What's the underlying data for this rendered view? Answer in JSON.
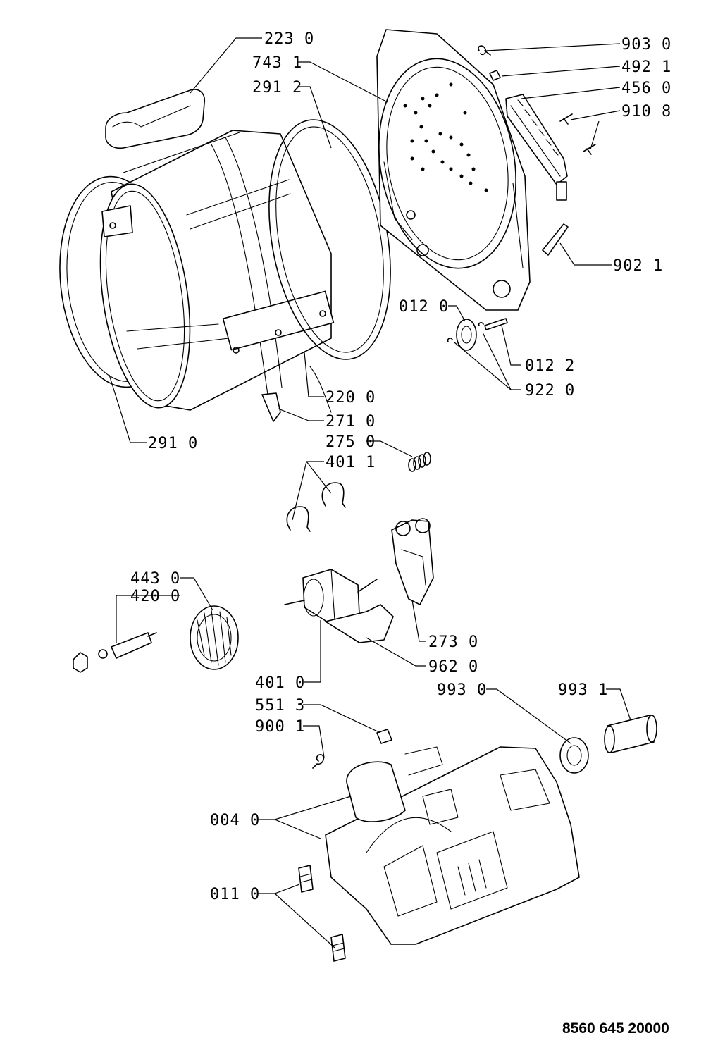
{
  "document_number": "8560 645 20000",
  "labels": {
    "p223_0": "223 0",
    "p743_1": "743 1",
    "p291_2": "291 2",
    "p903_0": "903 0",
    "p492_1": "492 1",
    "p456_0": "456 0",
    "p910_8": "910 8",
    "p902_1": "902 1",
    "p012_0": "012 0",
    "p012_2": "012 2",
    "p922_0": "922 0",
    "p220_0": "220 0",
    "p271_0": "271 0",
    "p291_0": "291 0",
    "p275_0": "275 0",
    "p401_1": "401 1",
    "p443_0": "443 0",
    "p420_0": "420 0",
    "p273_0": "273 0",
    "p962_0": "962 0",
    "p401_0": "401 0",
    "p993_0": "993 0",
    "p993_1": "993 1",
    "p551_3": "551 3",
    "p900_1": "900 1",
    "p004_0": "004 0",
    "p011_0": "011 0"
  }
}
